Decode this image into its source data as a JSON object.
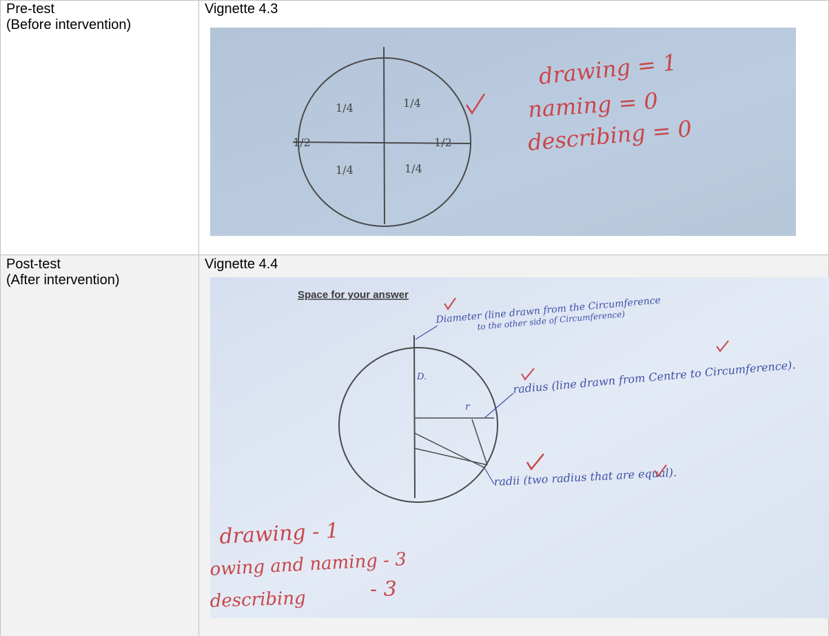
{
  "rows": [
    {
      "phase": "Pre-test",
      "phase_note": "(Before intervention)",
      "vignette": "Vignette 4.3",
      "photo": {
        "quarter_label": "1/4",
        "half_label": "1/2",
        "scores": [
          "drawing = 1",
          "naming = 0",
          "describing = 0"
        ]
      }
    },
    {
      "phase": "Post-test",
      "phase_note": "(After intervention)",
      "vignette": "Vignette 4.4",
      "photo": {
        "heading": "Space for your answer",
        "diameter_note_1": "Diameter (line drawn from the Circumference",
        "diameter_note_2": "to the other side of Circumference)",
        "radius_note": "radius (line drawn from Centre to Circumference).",
        "radii_note": "radii (two radius that are equal).",
        "d_label": "D.",
        "r_label": "r",
        "scores": [
          "drawing - 1",
          "owing and naming - 3",
          "describing",
          "- 3"
        ]
      }
    }
  ],
  "colors": {
    "grid": "#bfbfbf",
    "row2_bg": "#f2f2f2",
    "red_ink": "#c8464b",
    "blue_ink": "#3f4fa8"
  }
}
